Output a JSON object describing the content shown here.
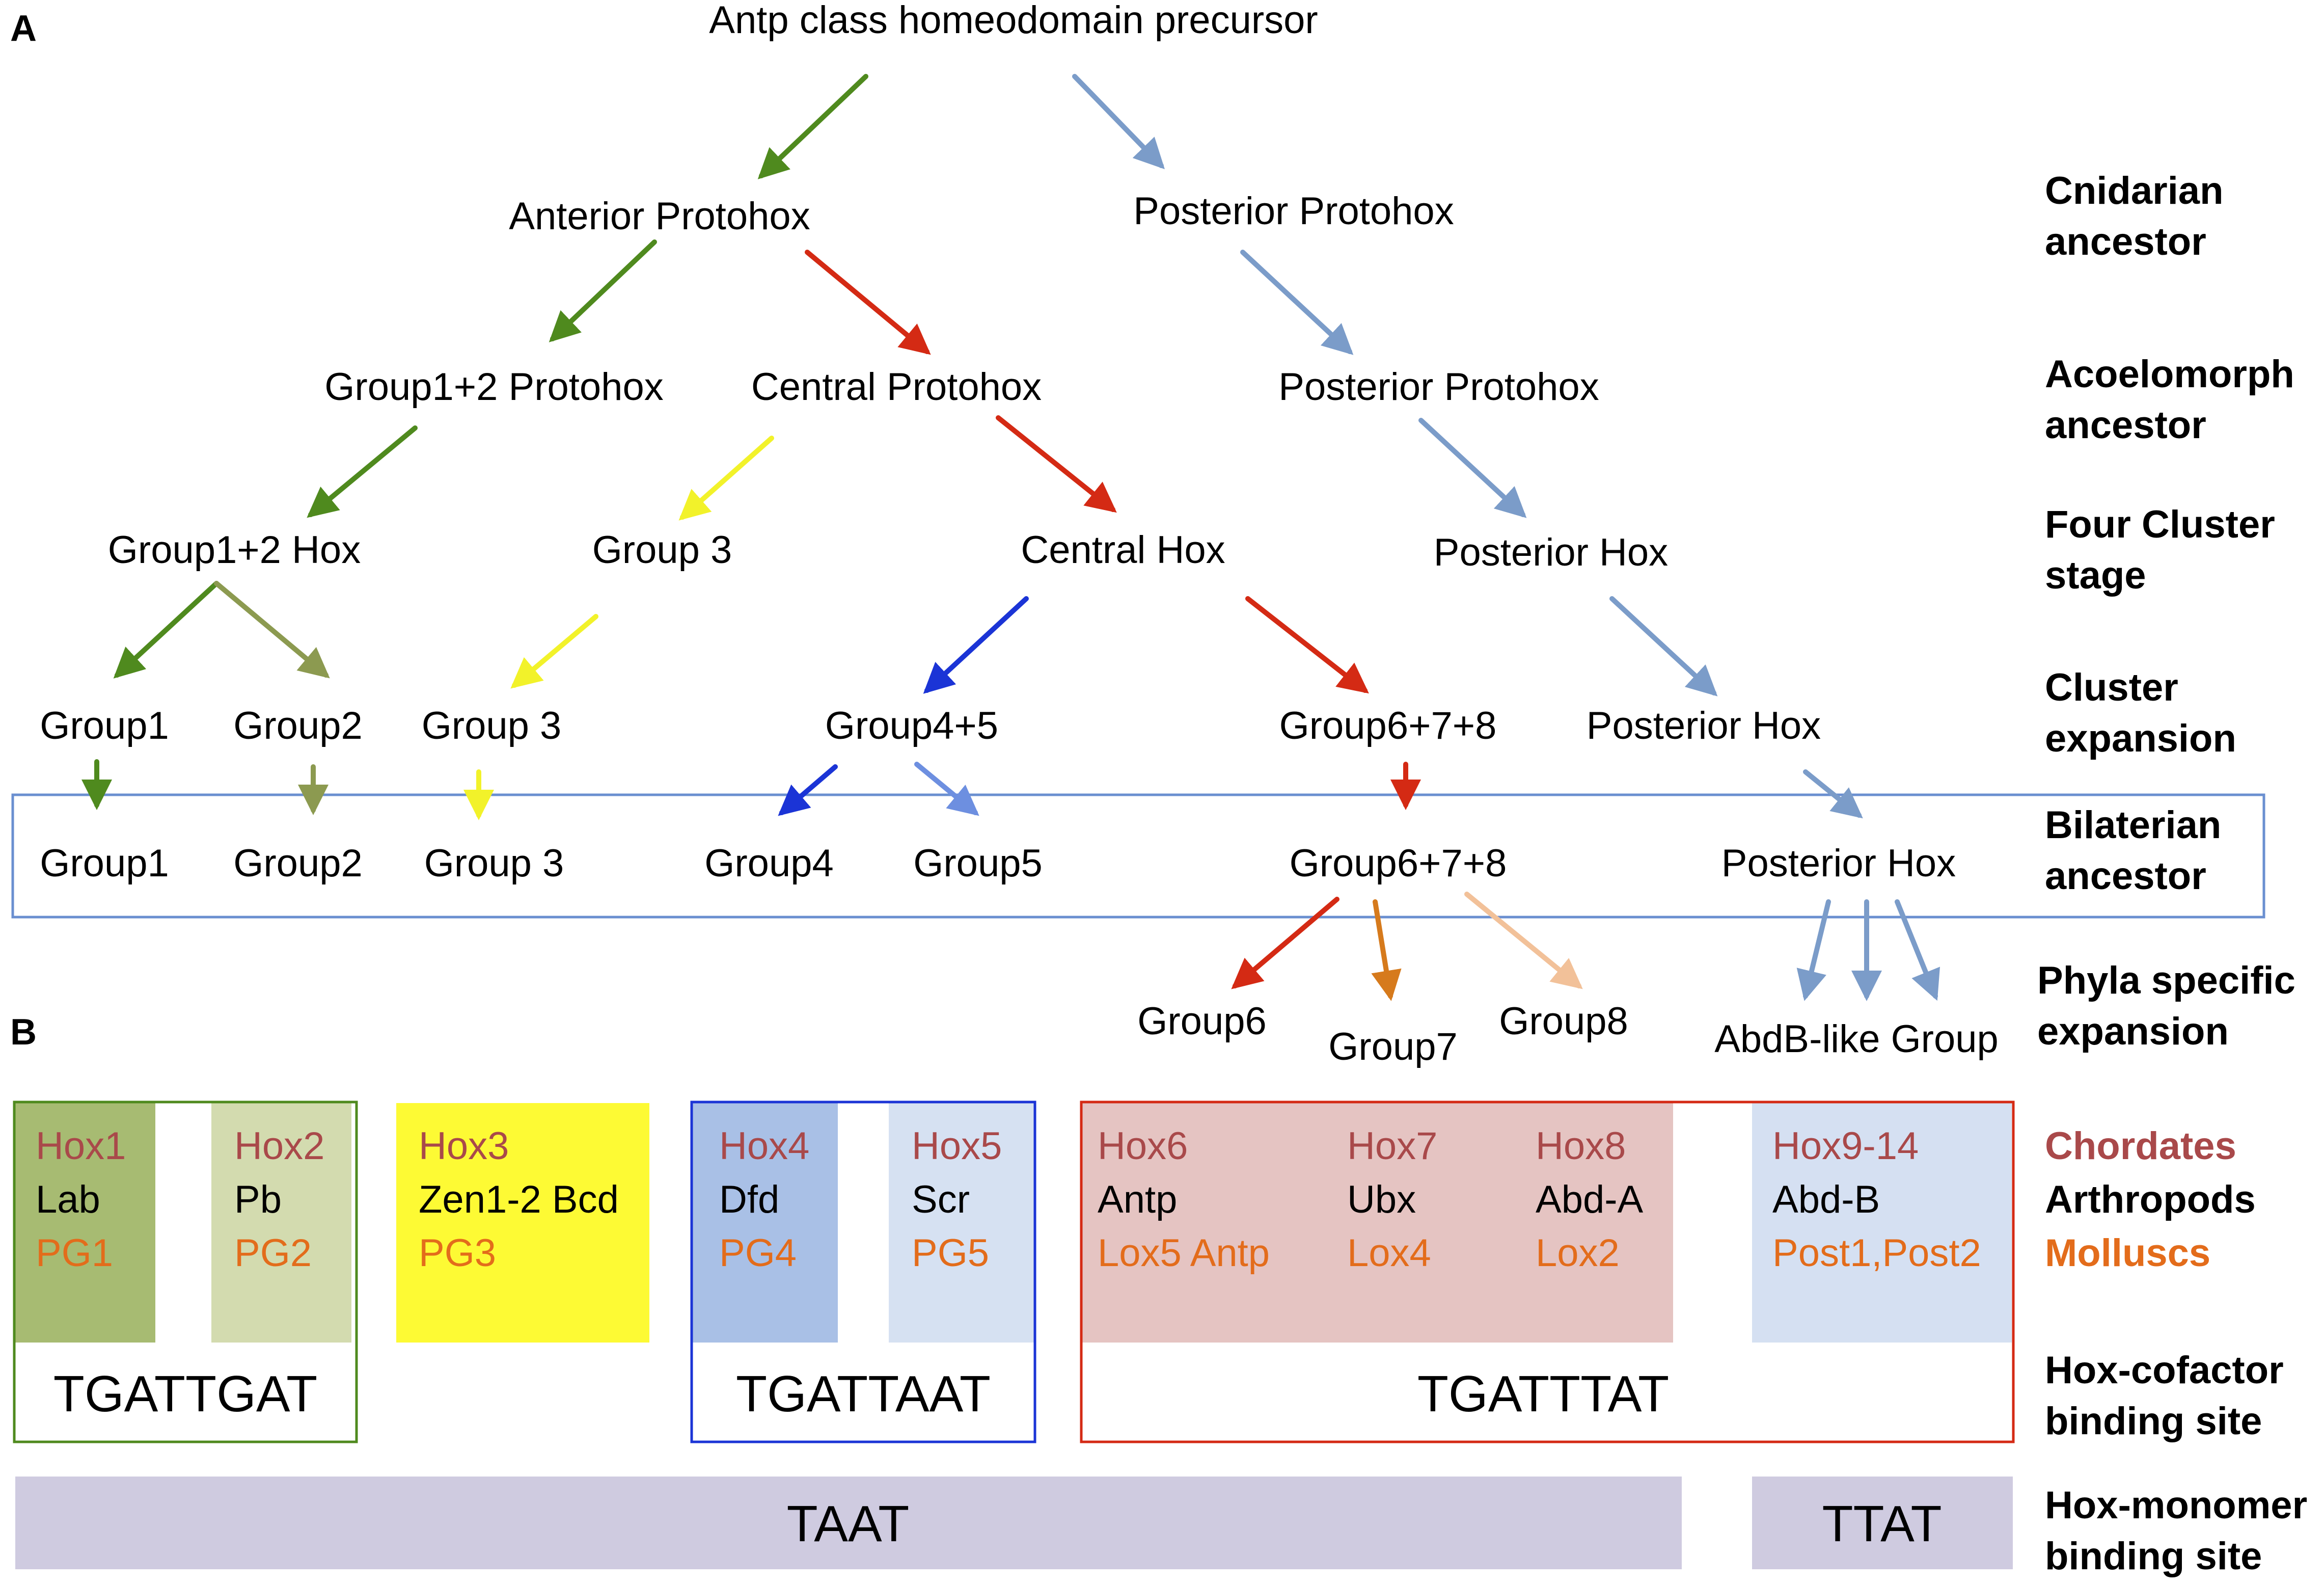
{
  "panels": {
    "a": "A",
    "b": "B"
  },
  "colors": {
    "chordate": "#a9494a",
    "arthropod": "#000000",
    "mollusc": "#e36c1b",
    "green": "#4f8a1e",
    "olive": "#8c9a50",
    "yellow": "#f2f22a",
    "red": "#d42a14",
    "slateblue": "#7b9cc9",
    "blue": "#1b34d6",
    "lightblue": "#6d8fe0",
    "orange": "#d67a1c",
    "peach": "#f2c199",
    "bilaterian_box": "#6a8fd0",
    "monomer_bar": "#cfcbe0"
  },
  "tree": {
    "root": "Antp class homeodomain precursor",
    "anterior_protohox": "Anterior Protohox",
    "posterior_protohox_1": "Posterior Protohox",
    "group12_protohox": "Group1+2 Protohox",
    "central_protohox": "Central Protohox",
    "posterior_protohox_2": "Posterior Protohox",
    "group12_hox": "Group1+2 Hox",
    "group3_four": "Group 3",
    "central_hox": "Central Hox",
    "posterior_hox_four": "Posterior Hox",
    "exp_group1": "Group1",
    "exp_group2": "Group2",
    "exp_group3": "Group 3",
    "exp_group45": "Group4+5",
    "exp_group678": "Group6+7+8",
    "exp_posterior": "Posterior Hox",
    "bil_group1": "Group1",
    "bil_group2": "Group2",
    "bil_group3": "Group 3",
    "bil_group4": "Group4",
    "bil_group5": "Group5",
    "bil_group678": "Group6+7+8",
    "bil_posterior": "Posterior Hox",
    "phy_group6": "Group6",
    "phy_group7": "Group7",
    "phy_group8": "Group8",
    "phy_abdb": "AbdB-like Group"
  },
  "stages": [
    [
      "Cnidarian",
      "ancestor"
    ],
    [
      "Acoelomorph",
      "ancestor"
    ],
    [
      "Four Cluster",
      "stage"
    ],
    [
      "Cluster",
      "expansion"
    ],
    [
      "Bilaterian",
      "ancestor"
    ],
    [
      "Phyla specific",
      "expansion"
    ]
  ],
  "genes": [
    {
      "chordate": "Hox1",
      "arthropod": "Lab",
      "mollusc": "PG1",
      "fill": "#a7bb72"
    },
    {
      "chordate": "Hox2",
      "arthropod": "Pb",
      "mollusc": "PG2",
      "fill": "#d3dbaf"
    },
    {
      "chordate": "Hox3",
      "arthropod": "Zen1-2 Bcd",
      "mollusc": "PG3",
      "fill": "#fdfa34"
    },
    {
      "chordate": "Hox4",
      "arthropod": "Dfd",
      "mollusc": "PG4",
      "fill": "#a9c0e6"
    },
    {
      "chordate": "Hox5",
      "arthropod": "Scr",
      "mollusc": "PG5",
      "fill": "#d6e1f2"
    },
    {
      "chordate": "Hox6",
      "arthropod": "Antp",
      "mollusc": "Lox5 Antp",
      "fill": "#e5c4c2"
    },
    {
      "chordate": "Hox7",
      "arthropod": "Ubx",
      "mollusc": "Lox4",
      "fill": "#e5c4c2"
    },
    {
      "chordate": "Hox8",
      "arthropod": "Abd-A",
      "mollusc": "Lox2",
      "fill": "#e5c4c2"
    },
    {
      "chordate": "Hox9-14",
      "arthropod": "Abd-B",
      "mollusc": "Post1,Post2",
      "fill": "#d5e0f2"
    }
  ],
  "cofactor_sites": {
    "anterior": "TGATTGAT",
    "central45": "TGATTAAT",
    "central678": "TGATTTAT"
  },
  "monomer_sites": {
    "main": "TAAT",
    "posterior": "TTAT"
  },
  "legend": {
    "chordates": "Chordates",
    "arthropods": "Arthropods",
    "molluscs": "Molluscs",
    "cofactor": [
      "Hox-cofactor",
      "binding site"
    ],
    "monomer": [
      "Hox-monomer",
      "binding site"
    ]
  }
}
